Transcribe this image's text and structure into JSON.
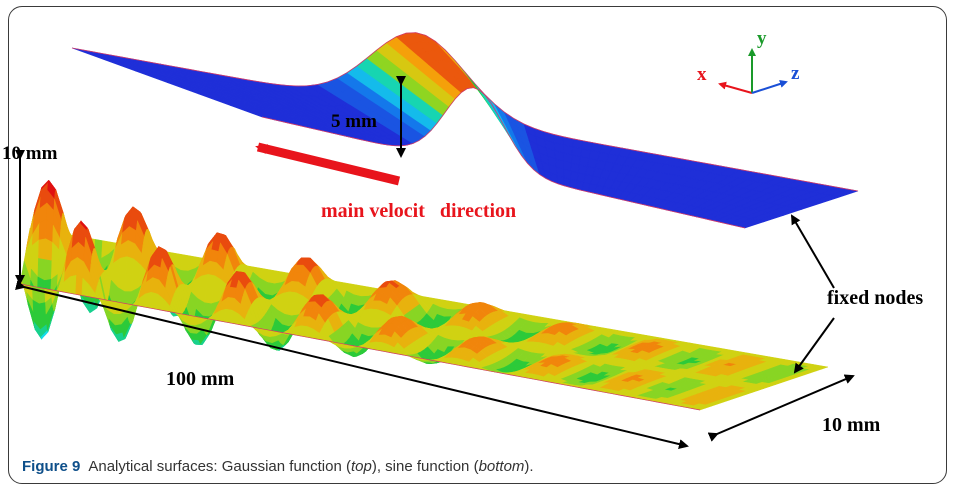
{
  "figure": {
    "labels": {
      "height_gauss": "5 mm",
      "height_sine": "10 mm",
      "length": "100 mm",
      "width": "10 mm",
      "velocity": "main velocit   direction",
      "fixed_nodes": "fixed nodes"
    },
    "axes": {
      "x": "x",
      "y": "y",
      "z": "z"
    },
    "colors": {
      "axis_x": "#e8141c",
      "axis_y": "#1a9a2a",
      "axis_z": "#1a4fd6",
      "arrow": "#e8141c",
      "surface_low": "#1f2fd8",
      "surface_high": "#e01010"
    }
  },
  "caption": {
    "label": "Figure 9",
    "text_1": "Analytical surfaces: Gaussian function (",
    "top": "top",
    "text_2": "), sine function (",
    "bottom": "bottom",
    "text_3": ")."
  }
}
